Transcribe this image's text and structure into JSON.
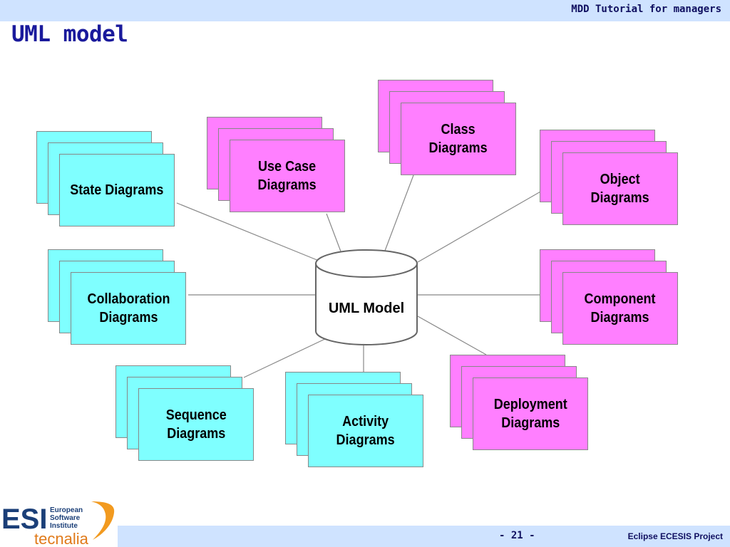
{
  "header": {
    "text": "MDD Tutorial for managers"
  },
  "title": "UML model",
  "center": {
    "label": "UML Model"
  },
  "diagrams": {
    "class": {
      "label": "Class\nDiagrams"
    },
    "use_case": {
      "label": "Use Case\nDiagrams"
    },
    "state": {
      "label": "State Diagrams"
    },
    "object": {
      "label": "Object\nDiagrams"
    },
    "collaboration": {
      "label": "Collaboration\nDiagrams"
    },
    "component": {
      "label": "Component\nDiagrams"
    },
    "sequence": {
      "label": "Sequence\nDiagrams"
    },
    "activity": {
      "label": "Activity\nDiagrams"
    },
    "deployment": {
      "label": "Deployment\nDiagrams"
    }
  },
  "colors": {
    "magenta": "#ff7fff",
    "cyan": "#7fffff",
    "title": "#1a1a9c",
    "bar": "#cfe3ff"
  },
  "footer": {
    "page": "- 21 -",
    "project": "Eclipse ECESIS Project"
  },
  "logo": {
    "mark": "ESI",
    "line1": "European",
    "line2": "Software",
    "line3": "Institute",
    "brand": "tecnalia"
  }
}
